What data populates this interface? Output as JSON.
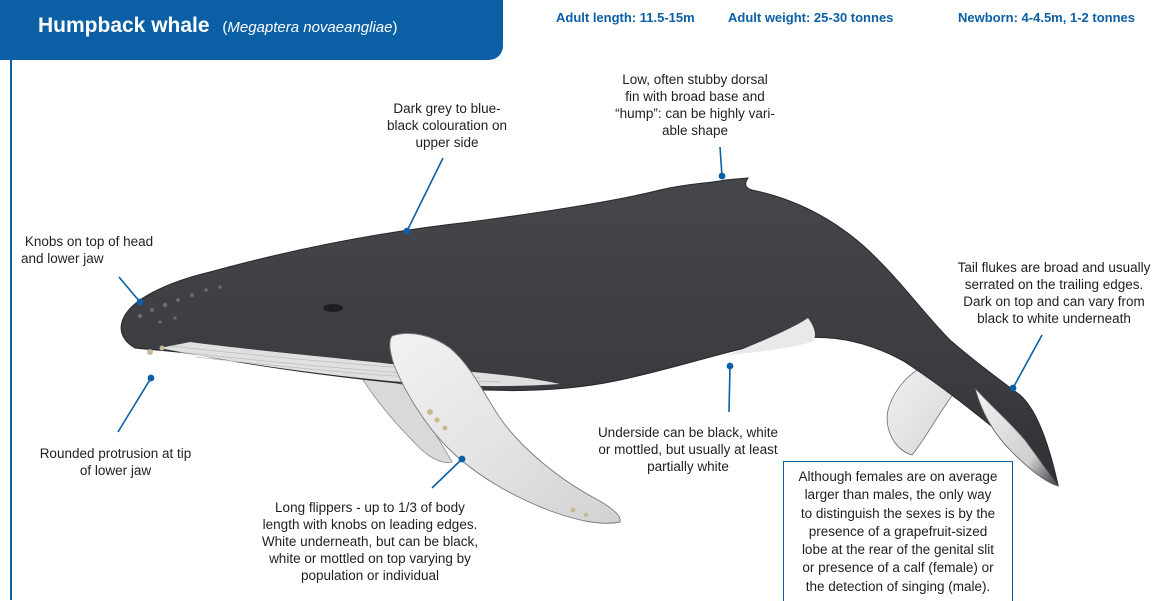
{
  "header": {
    "common_name": "Humpback whale",
    "scientific_name": "Megaptera novaeangliae"
  },
  "stats": {
    "adult_length": "Adult length: 11.5-15m",
    "adult_weight": "Adult weight: 25-30 tonnes",
    "newborn": "Newborn: 4-4.5m, 1-2 tonnes"
  },
  "callouts": {
    "dorsal_fin": [
      "Low,  often stubby dorsal",
      "fin with broad base and",
      "“hump”:  can be highly vari-",
      "able shape"
    ],
    "colouration": [
      "Dark grey to blue-",
      "black colouration on",
      "upper side"
    ],
    "knobs_head": [
      "Knobs on top of head",
      "and lower jaw"
    ],
    "tail_flukes": [
      "Tail flukes are broad and usually",
      "serrated on the trailing edges.",
      "Dark on top and can vary from",
      "black to white underneath"
    ],
    "jaw_tip": [
      "Rounded protrusion at tip",
      "of lower jaw"
    ],
    "underside": [
      "Underside can be black, white",
      "or mottled, but usually at least",
      "partially white"
    ],
    "flippers": [
      "Long flippers -  up to 1/3 of body",
      "length with knobs on leading edges.",
      "White underneath, but  can be black,",
      "white or mottled on top varying by",
      "population or individual"
    ]
  },
  "note": [
    "Although females are on average",
    "larger than males, the only way",
    "to distinguish the sexes is by the",
    "presence of a grapefruit-sized",
    "lobe at the rear of the genital slit",
    "or presence of a calf (female) or",
    "the detection of singing (male)."
  ],
  "colors": {
    "brand_blue": "#0b5fa5",
    "whale_dark": "#3a3c40",
    "whale_light": "#e6e6e6"
  }
}
